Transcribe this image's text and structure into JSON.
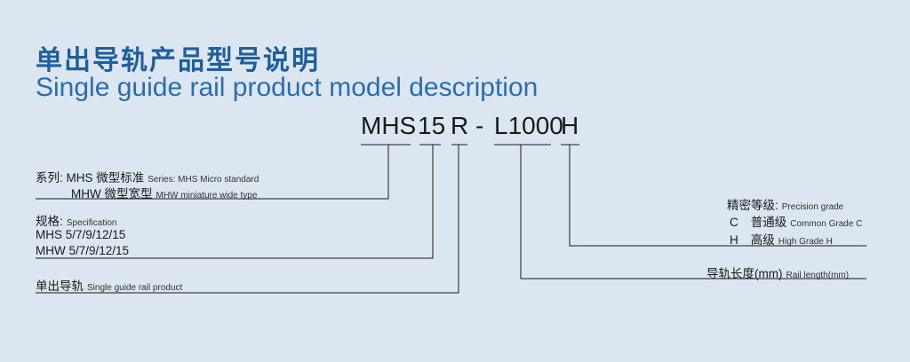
{
  "title_cn": "单出导轨产品型号说明",
  "title_en": "Single guide rail product model description",
  "model_code": {
    "series": "MHS",
    "size": "15",
    "type": "R",
    "dash": "-",
    "length": "L1000",
    "grade": "H"
  },
  "series_note": {
    "label": "系列: MHS 微型标准",
    "label_en": "Series: MHS Micro standard",
    "label2": "MHW 微型宽型",
    "label2_en": "MHW miniature wide type"
  },
  "spec_note": {
    "label": "规格:",
    "label_en": "Specification",
    "line1": "MHS 5/7/9/12/15",
    "line2": "MHW 5/7/9/12/15"
  },
  "type_note": {
    "label": "单出导轨",
    "label_en": "Single guide rail product"
  },
  "grade_note": {
    "label": "精密等级:",
    "label_en": "Precision grade",
    "c_code": "C",
    "c_label": "普通级",
    "c_en": "Common Grade C",
    "h_code": "H",
    "h_label": "高级",
    "h_en": "High Grade H"
  },
  "length_note": {
    "label": "导轨长度(mm)",
    "label_en": "Rail length(mm)"
  }
}
